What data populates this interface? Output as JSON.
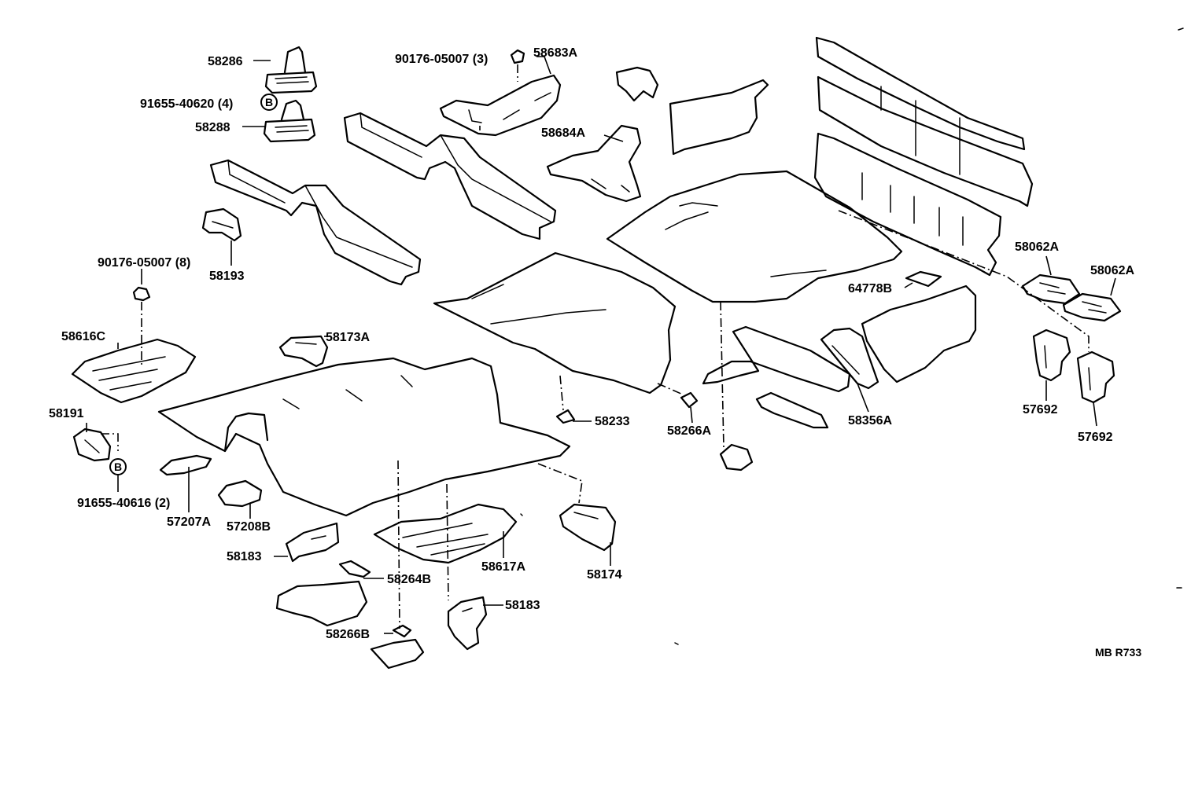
{
  "diagram_code": "MB R733",
  "bolt_symbol": "B",
  "labels": {
    "l58286": "58286",
    "l91655_40620": "91655-40620 (4)",
    "l58288": "58288",
    "l90176_top": "90176-05007 (3)",
    "l58683A": "58683A",
    "l58684A": "58684A",
    "l58193": "58193",
    "l90176_left": "90176-05007 (8)",
    "l58616C": "58616C",
    "l58173A": "58173A",
    "l58191": "58191",
    "l91655_40616": "91655-40616 (2)",
    "l57207A": "57207A",
    "l57208B": "57208B",
    "l58183a": "58183",
    "l58264B": "58264B",
    "l58266B": "58266B",
    "l58183b": "58183",
    "l58617A": "58617A",
    "l58174": "58174",
    "l58233": "58233",
    "l58266A": "58266A",
    "l58356A": "58356A",
    "l64778B": "64778B",
    "l58062A_1": "58062A",
    "l58062A_2": "58062A",
    "l57692_1": "57692",
    "l57692_2": "57692"
  }
}
